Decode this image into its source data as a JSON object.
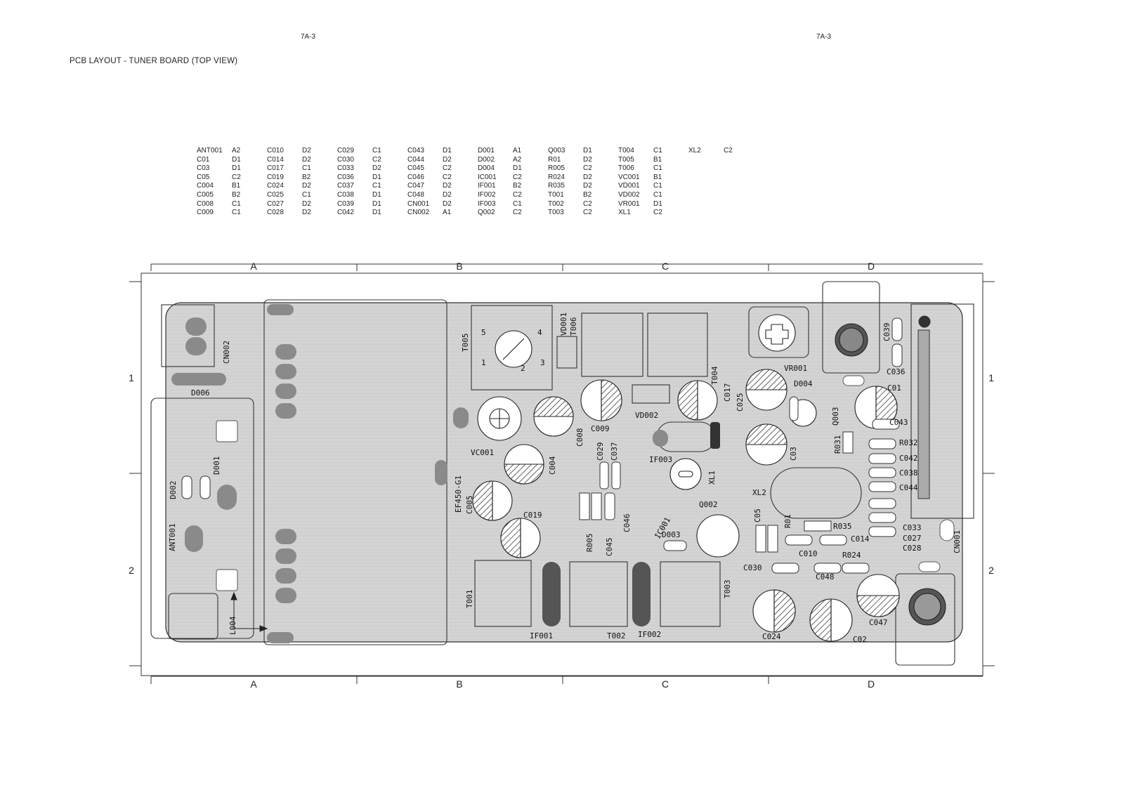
{
  "header": {
    "page_left": "7A-3",
    "page_right": "7A-3",
    "title": "PCB LAYOUT - TUNER BOARD (TOP VIEW)"
  },
  "component_index": [
    [
      [
        "ANT001",
        "A2"
      ],
      [
        "C01",
        "D1"
      ],
      [
        "C03",
        "D1"
      ],
      [
        "C05",
        "C2"
      ],
      [
        "C004",
        "B1"
      ],
      [
        "C005",
        "B2"
      ],
      [
        "C008",
        "C1"
      ],
      [
        "C009",
        "C1"
      ]
    ],
    [
      [
        "C010",
        "D2"
      ],
      [
        "C014",
        "D2"
      ],
      [
        "C017",
        "C1"
      ],
      [
        "C019",
        "B2"
      ],
      [
        "C024",
        "D2"
      ],
      [
        "C025",
        "C1"
      ],
      [
        "C027",
        "D2"
      ],
      [
        "C028",
        "D2"
      ]
    ],
    [
      [
        "C029",
        "C1"
      ],
      [
        "C030",
        "C2"
      ],
      [
        "C033",
        "D2"
      ],
      [
        "C036",
        "D1"
      ],
      [
        "C037",
        "C1"
      ],
      [
        "C038",
        "D1"
      ],
      [
        "C039",
        "D1"
      ],
      [
        "C042",
        "D1"
      ]
    ],
    [
      [
        "C043",
        "D1"
      ],
      [
        "C044",
        "D2"
      ],
      [
        "C045",
        "C2"
      ],
      [
        "C046",
        "C2"
      ],
      [
        "C047",
        "D2"
      ],
      [
        "C048",
        "D2"
      ],
      [
        "CN001",
        "D2"
      ],
      [
        "CN002",
        "A1"
      ]
    ],
    [
      [
        "D001",
        "A1"
      ],
      [
        "D002",
        "A2"
      ],
      [
        "D004",
        "D1"
      ],
      [
        "IC001",
        "C2"
      ],
      [
        "IF001",
        "B2"
      ],
      [
        "IF002",
        "C2"
      ],
      [
        "IF003",
        "C1"
      ],
      [
        "Q002",
        "C2"
      ]
    ],
    [
      [
        "Q003",
        "D1"
      ],
      [
        "R01",
        "D2"
      ],
      [
        "R005",
        "C2"
      ],
      [
        "R024",
        "D2"
      ],
      [
        "R035",
        "D2"
      ],
      [
        "T001",
        "B2"
      ],
      [
        "T002",
        "C2"
      ],
      [
        "T003",
        "C2"
      ]
    ],
    [
      [
        "T004",
        "C1"
      ],
      [
        "T005",
        "B1"
      ],
      [
        "T006",
        "C1"
      ],
      [
        "VC001",
        "B1"
      ],
      [
        "VD001",
        "C1"
      ],
      [
        "VD002",
        "C1"
      ],
      [
        "VR001",
        "D1"
      ],
      [
        "XL1",
        "C2"
      ]
    ],
    [
      [
        "XL2",
        "C2"
      ]
    ]
  ],
  "grid": {
    "columns": [
      "A",
      "B",
      "C",
      "D"
    ],
    "rows": [
      "1",
      "2"
    ]
  },
  "board_labels": [
    {
      "id": "CN002",
      "text": "CN002"
    },
    {
      "id": "D006",
      "text": "D006"
    },
    {
      "id": "D001",
      "text": "D001"
    },
    {
      "id": "D002",
      "text": "D002"
    },
    {
      "id": "ANT001",
      "text": "ANT001"
    },
    {
      "id": "L004",
      "text": "L004"
    },
    {
      "id": "T005",
      "text": "T005"
    },
    {
      "id": "pin5",
      "text": "5"
    },
    {
      "id": "pin4",
      "text": "4"
    },
    {
      "id": "pin1",
      "text": "1"
    },
    {
      "id": "pin2",
      "text": "2"
    },
    {
      "id": "pin3",
      "text": "3"
    },
    {
      "id": "VD001",
      "text": "VD001"
    },
    {
      "id": "T006",
      "text": "T006"
    },
    {
      "id": "VC001",
      "text": "VC001"
    },
    {
      "id": "C004",
      "text": "C004"
    },
    {
      "id": "C008",
      "text": "C008"
    },
    {
      "id": "C009",
      "text": "C009"
    },
    {
      "id": "VD002",
      "text": "VD002"
    },
    {
      "id": "C029",
      "text": "C029"
    },
    {
      "id": "C037",
      "text": "C037"
    },
    {
      "id": "EF450",
      "text": "EF450-G1"
    },
    {
      "id": "C005",
      "text": "C005"
    },
    {
      "id": "C019",
      "text": "C019"
    },
    {
      "id": "R005",
      "text": "R005"
    },
    {
      "id": "C045",
      "text": "C045"
    },
    {
      "id": "C046",
      "text": "C046"
    },
    {
      "id": "IF003",
      "text": "IF003"
    },
    {
      "id": "XL1",
      "text": "XL1"
    },
    {
      "id": "IC001",
      "text": "IC001"
    },
    {
      "id": "D003",
      "text": "D003"
    },
    {
      "id": "Q002",
      "text": "Q002"
    },
    {
      "id": "T004",
      "text": "T004"
    },
    {
      "id": "C017",
      "text": "C017"
    },
    {
      "id": "C025",
      "text": "C025"
    },
    {
      "id": "VR001",
      "text": "VR001"
    },
    {
      "id": "D004",
      "text": "D004"
    },
    {
      "id": "Q003",
      "text": "Q003"
    },
    {
      "id": "R031",
      "text": "R031"
    },
    {
      "id": "C03",
      "text": "C03"
    },
    {
      "id": "XL2",
      "text": "XL2"
    },
    {
      "id": "C05",
      "text": "C05"
    },
    {
      "id": "R01",
      "text": "R01"
    },
    {
      "id": "R035",
      "text": "R035"
    },
    {
      "id": "C014",
      "text": "C014"
    },
    {
      "id": "C010",
      "text": "C010"
    },
    {
      "id": "R024",
      "text": "R024"
    },
    {
      "id": "C030",
      "text": "C030"
    },
    {
      "id": "C048",
      "text": "C048"
    },
    {
      "id": "C024",
      "text": "C024"
    },
    {
      "id": "C02",
      "text": "C02"
    },
    {
      "id": "C047",
      "text": "C047"
    },
    {
      "id": "T003",
      "text": "T003"
    },
    {
      "id": "T001",
      "text": "T001"
    },
    {
      "id": "IF001",
      "text": "IF001"
    },
    {
      "id": "T002",
      "text": "T002"
    },
    {
      "id": "IF002",
      "text": "IF002"
    },
    {
      "id": "C039",
      "text": "C039"
    },
    {
      "id": "C036",
      "text": "C036"
    },
    {
      "id": "C01",
      "text": "C01"
    },
    {
      "id": "C043",
      "text": "C043"
    },
    {
      "id": "R032",
      "text": "R032"
    },
    {
      "id": "C042",
      "text": "C042"
    },
    {
      "id": "C038",
      "text": "C038"
    },
    {
      "id": "C044",
      "text": "C044"
    },
    {
      "id": "C033",
      "text": "C033"
    },
    {
      "id": "C027",
      "text": "C027"
    },
    {
      "id": "C028",
      "text": "C028"
    },
    {
      "id": "CN001",
      "text": "CN001"
    }
  ]
}
